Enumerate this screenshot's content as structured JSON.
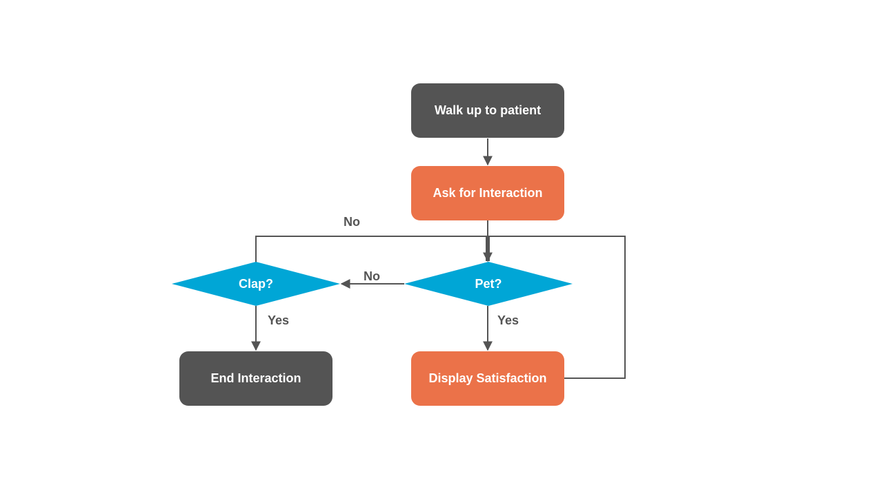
{
  "colors": {
    "process_dark": "#545454",
    "process_orange": "#eb7249",
    "decision": "#00a6d6",
    "connector": "#545454",
    "background": "#ffffff"
  },
  "nodes": {
    "walk_up": "Walk up to patient",
    "ask": "Ask for Interaction",
    "pet": "Pet?",
    "clap": "Clap?",
    "end": "End Interaction",
    "display": "Display Satisfaction"
  },
  "edge_labels": {
    "clap_no": "No",
    "pet_no": "No",
    "clap_yes": "Yes",
    "pet_yes": "Yes"
  }
}
